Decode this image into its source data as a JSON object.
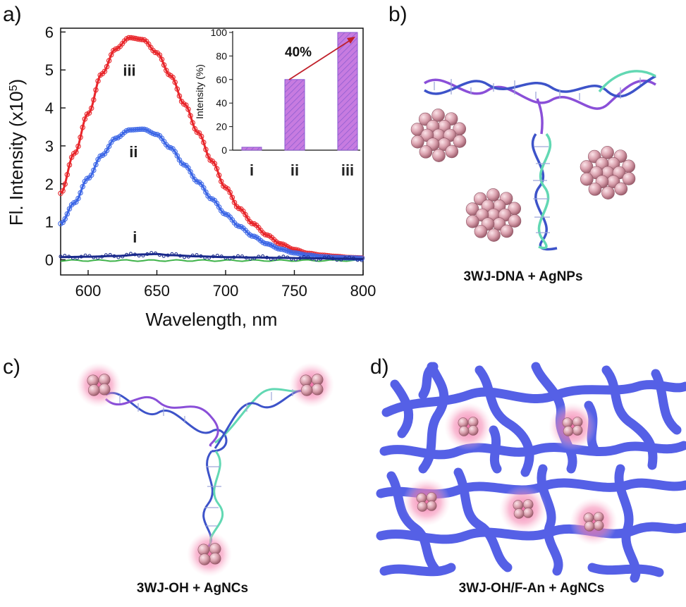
{
  "panels": {
    "a": "a)",
    "b": "b)",
    "c": "c)",
    "d": "d)"
  },
  "captions": {
    "b": "3WJ-DNA + AgNPs",
    "c": "3WJ-OH + AgNCs",
    "d": "3WJ-OH/F-An + AgNCs"
  },
  "colors": {
    "iii": "#e8262b",
    "ii": "#3d67e6",
    "i": "#1b2a8c",
    "baseline_green": "#3fb34a",
    "inset_bar": "#c77be0",
    "arrow": "#c0202a",
    "hydrogel": "#5560e6",
    "glow": "#f58ab4",
    "sphere": "#d9a0ad"
  },
  "chart_data": [
    {
      "type": "line",
      "xlabel": "Wavelength, nm",
      "ylabel": "Fl. Intensity (x10",
      "ylabel_sup": "5",
      "ylabel_end": ")",
      "xlim": [
        580,
        800
      ],
      "ylim": [
        -0.4,
        6.1
      ],
      "xticks": [
        600,
        650,
        700,
        750,
        800
      ],
      "yticks": [
        0,
        1,
        2,
        3,
        4,
        5,
        6
      ],
      "series": [
        {
          "name": "iii",
          "x": [
            580,
            590,
            600,
            610,
            620,
            630,
            640,
            650,
            660,
            670,
            680,
            690,
            700,
            710,
            720,
            730,
            740,
            750,
            760,
            770,
            780,
            790,
            800
          ],
          "y": [
            1.75,
            2.8,
            3.85,
            4.9,
            5.55,
            5.85,
            5.8,
            5.45,
            4.85,
            4.1,
            3.35,
            2.6,
            1.9,
            1.35,
            0.95,
            0.65,
            0.42,
            0.27,
            0.17,
            0.12,
            0.09,
            0.06,
            0.05
          ]
        },
        {
          "name": "ii",
          "x": [
            580,
            590,
            600,
            610,
            620,
            630,
            640,
            650,
            660,
            670,
            680,
            690,
            700,
            710,
            720,
            730,
            740,
            750,
            760,
            770,
            780,
            790,
            800
          ],
          "y": [
            0.95,
            1.5,
            2.15,
            2.75,
            3.2,
            3.42,
            3.44,
            3.3,
            2.95,
            2.5,
            2.05,
            1.6,
            1.2,
            0.88,
            0.62,
            0.42,
            0.28,
            0.18,
            0.12,
            0.08,
            0.06,
            0.05,
            0.04
          ]
        },
        {
          "name": "i",
          "x": [
            580,
            600,
            620,
            640,
            650,
            660,
            680,
            700,
            720,
            740,
            760,
            780,
            800
          ],
          "y": [
            0.07,
            0.08,
            0.1,
            0.14,
            0.15,
            0.12,
            0.09,
            0.07,
            0.06,
            0.05,
            0.04,
            0.03,
            0.02
          ]
        }
      ],
      "curve_labels": [
        "iii",
        "ii",
        "i"
      ]
    },
    {
      "type": "bar",
      "categories": [
        "i",
        "ii",
        "iii"
      ],
      "values": [
        2.5,
        60,
        100
      ],
      "ylabel": "Intensity (%)",
      "ylim": [
        0,
        100
      ],
      "yticks": [
        0,
        20,
        40,
        60,
        80,
        100
      ],
      "annotation": "40%"
    }
  ]
}
